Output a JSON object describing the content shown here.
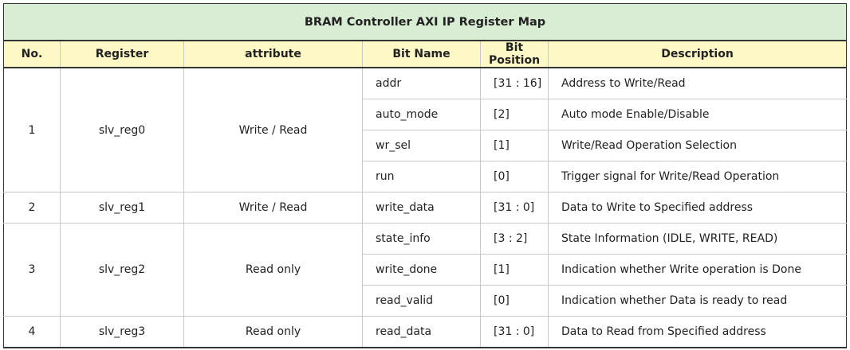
{
  "title": "BRAM Controller AXI IP Register Map",
  "headers": {
    "no": "No.",
    "register": "Register",
    "attribute": "attribute",
    "bit_name": "Bit Name",
    "bit_position": "Bit Position",
    "description": "Description"
  },
  "registers": [
    {
      "no": "1",
      "register": "slv_reg0",
      "attribute": "Write / Read",
      "fields": [
        {
          "name": "addr",
          "position": "[31 : 16]",
          "description": "Address to Write/Read"
        },
        {
          "name": "auto_mode",
          "position": "[2]",
          "description": "Auto mode Enable/Disable"
        },
        {
          "name": "wr_sel",
          "position": "[1]",
          "description": "Write/Read Operation Selection"
        },
        {
          "name": "run",
          "position": "[0]",
          "description": "Trigger signal for Write/Read Operation"
        }
      ]
    },
    {
      "no": "2",
      "register": "slv_reg1",
      "attribute": "Write / Read",
      "fields": [
        {
          "name": "write_data",
          "position": "[31 : 0]",
          "description": "Data to Write to Specified address"
        }
      ]
    },
    {
      "no": "3",
      "register": "slv_reg2",
      "attribute": "Read only",
      "fields": [
        {
          "name": "state_info",
          "position": "[3 : 2]",
          "description": "State Information (IDLE, WRITE, READ)"
        },
        {
          "name": "write_done",
          "position": "[1]",
          "description": "Indication whether Write operation is Done"
        },
        {
          "name": "read_valid",
          "position": "[0]",
          "description": "Indication whether Data is ready to read"
        }
      ]
    },
    {
      "no": "4",
      "register": "slv_reg3",
      "attribute": "Read only",
      "fields": [
        {
          "name": "read_data",
          "position": "[31 : 0]",
          "description": "Data to Read from Specified address"
        }
      ]
    }
  ]
}
